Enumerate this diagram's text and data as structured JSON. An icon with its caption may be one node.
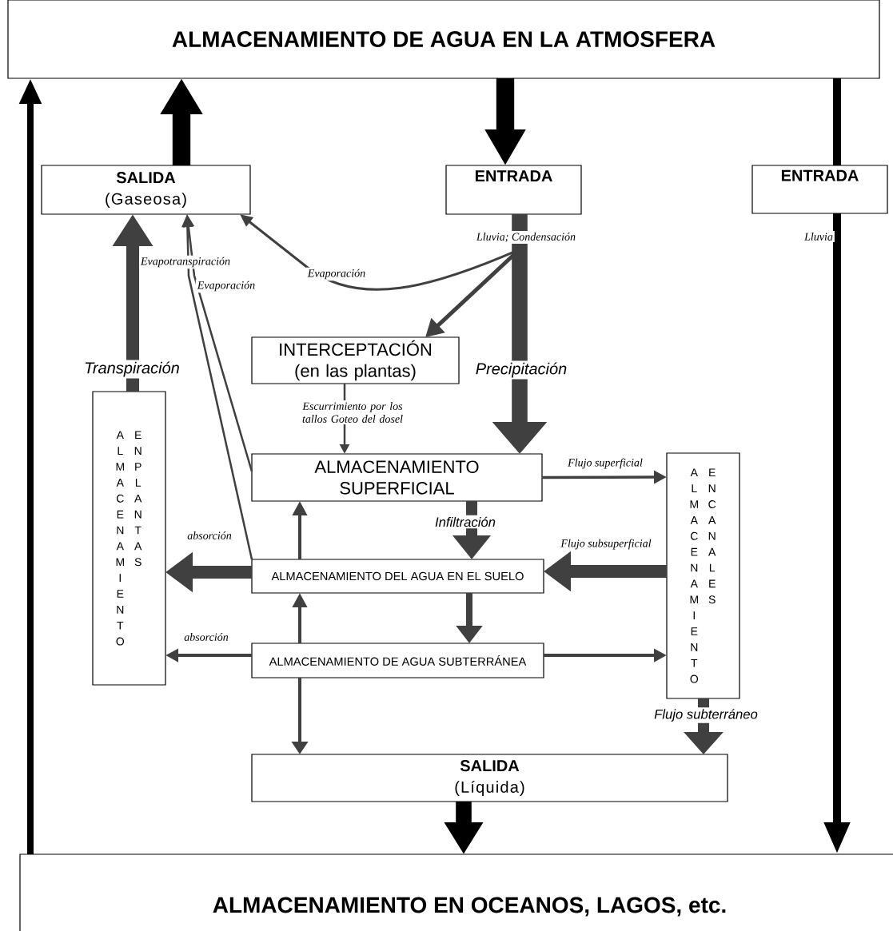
{
  "diagram": {
    "nodes": [
      {
        "text": [
          "ALMACENAMIENTO DE AGUA EN LA ATMOSFERA"
        ]
      },
      {
        "text": [
          "SALIDA",
          "(Gaseosa)"
        ]
      },
      {
        "text": [
          "ENTRADA"
        ]
      },
      {
        "text": [
          "ENTRADA"
        ]
      },
      {
        "text": [
          "INTERCEPTACIÓN (en las plantas)"
        ]
      },
      {
        "text": [
          "ALMACENAMIENTO",
          "EN PLANTAS"
        ]
      },
      {
        "text": [
          "ALMACENAMIENTO SUPERFICIAL"
        ]
      },
      {
        "text": [
          "ALMACENAMIENTO DEL AGUA EN EL SUELO"
        ]
      },
      {
        "text": [
          "ALMACENAMIENTO DE AGUA SUBTERRÁNEA"
        ]
      },
      {
        "text": [
          "ALMACENAMIENTO",
          "EN CANALES"
        ]
      },
      {
        "text": [
          "SALIDA",
          "(Líquida)"
        ]
      },
      {
        "text": [
          "ALMACENAMIENTO EN OCEANOS, LAGOS, etc."
        ]
      }
    ],
    "edges": [
      {
        "from": 11,
        "to": 0,
        "arrow": "to",
        "color": "#000000"
      },
      {
        "from": 1,
        "to": 0,
        "arrow": "to",
        "style": "thick",
        "color": "#000000"
      },
      {
        "from": 0,
        "to": 2,
        "arrow": "to",
        "style": "thick",
        "color": "#000000"
      },
      {
        "from": 0,
        "to": 3,
        "arrow": "none",
        "color": "#000000"
      },
      {
        "from": 3,
        "to": 11,
        "arrow": "to",
        "label": "Lluvia",
        "color": "#000000"
      },
      {
        "from": 2,
        "to": 6,
        "arrow": "to",
        "label": "Precipitación",
        "style": "thick"
      },
      {
        "from": 2,
        "to": 4,
        "arrow": "to"
      },
      {
        "from": 2,
        "to": 1,
        "arrow": "to",
        "label": "Evaporación"
      },
      {
        "from": 4,
        "to": 6,
        "arrow": "to",
        "label": "Escurrimiento por los tallos Goteo del dosel"
      },
      {
        "from": 5,
        "to": 1,
        "arrow": "to",
        "label": "Transpiración",
        "style": "thick"
      },
      {
        "from": 6,
        "to": 1,
        "arrow": "to",
        "label": "Evaporación"
      },
      {
        "from": 7,
        "to": 1,
        "arrow": "to"
      },
      {
        "from": 6,
        "to": 9,
        "arrow": "to",
        "label": "Flujo superficial"
      },
      {
        "from": 6,
        "to": 7,
        "arrow": "to",
        "label": "Infiltración"
      },
      {
        "from": 7,
        "to": 6,
        "arrow": "to"
      },
      {
        "from": 7,
        "to": 5,
        "arrow": "to",
        "label": "absorción",
        "style": "thick"
      },
      {
        "from": 9,
        "to": 7,
        "arrow": "to",
        "label": "Flujo subsuperficial",
        "style": "thick"
      },
      {
        "from": 8,
        "to": 7,
        "arrow": "to"
      },
      {
        "from": 7,
        "to": 8,
        "arrow": "to"
      },
      {
        "from": 8,
        "to": 5,
        "arrow": "to",
        "label": "absorción"
      },
      {
        "from": 8,
        "to": 9,
        "arrow": "to"
      },
      {
        "from": 8,
        "to": 10,
        "arrow": "to"
      },
      {
        "from": 9,
        "to": 10,
        "arrow": "to",
        "label": "Flujo subterráneo"
      },
      {
        "from": 10,
        "to": 11,
        "arrow": "to",
        "style": "thick",
        "color": "#000000"
      }
    ],
    "labels": [
      "Lluvia; Condensación",
      "Evapotranspiración"
    ]
  }
}
